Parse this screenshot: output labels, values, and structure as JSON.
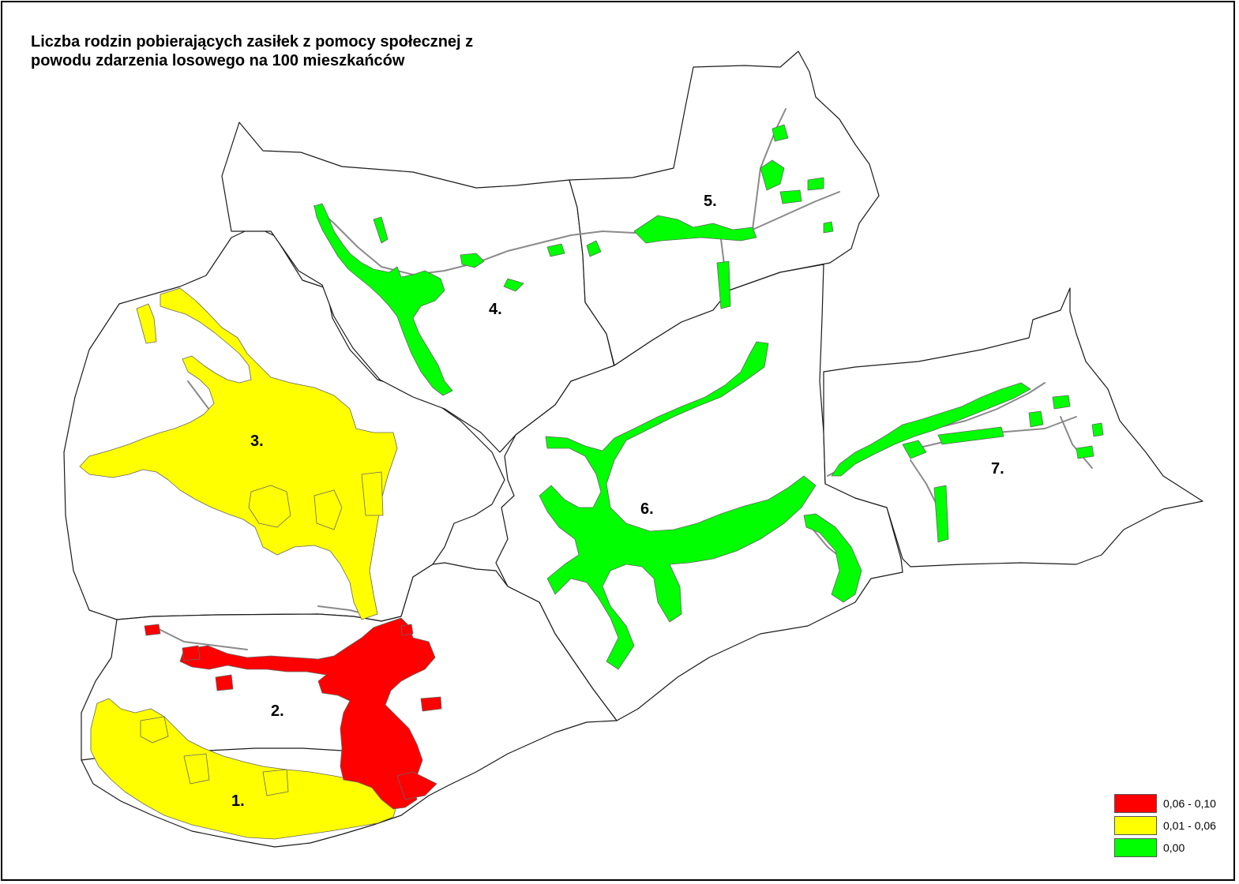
{
  "title": "Liczba rodzin pobierających zasiłek z pomocy społecznej z\n powodu zdarzenia losowego na 100 mieszkańców",
  "colors": {
    "high": "#ff0000",
    "mid": "#ffff00",
    "low": "#00ff00",
    "boundary": "#1a1a1a",
    "road": "#8a8a8a"
  },
  "regions": [
    {
      "label": "1.",
      "class": "0,01 - 0,06"
    },
    {
      "label": "2.",
      "class": "0,06 - 0,10"
    },
    {
      "label": "3.",
      "class": "0,01 - 0,06"
    },
    {
      "label": "4.",
      "class": "0,00"
    },
    {
      "label": "5.",
      "class": "0,00"
    },
    {
      "label": "6.",
      "class": "0,00"
    },
    {
      "label": "7.",
      "class": "0,00"
    }
  ],
  "legend": {
    "items": [
      {
        "label": "0,06 - 0,10",
        "color": "#ff0000"
      },
      {
        "label": "0,01 - 0,06",
        "color": "#ffff00"
      },
      {
        "label": "0,00",
        "color": "#00ff00"
      }
    ]
  }
}
